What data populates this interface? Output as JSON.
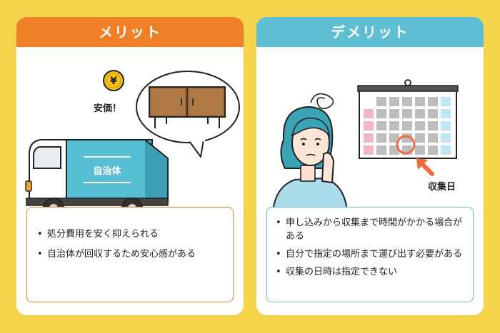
{
  "merit": {
    "title": "メリット",
    "price_label": "安価！",
    "truck_label": "自治体",
    "yen_symbol": "¥",
    "items": [
      "処分費用を安く抑えられる",
      "自治体が回収するため安心感がある"
    ]
  },
  "demerit": {
    "title": "デメリット",
    "collection_day_label": "収集日",
    "items": [
      "申し込みから収集まで時間がかかる場合がある",
      "自分で指定の場所まで運び出す必要がある",
      "収集の日時は指定できない"
    ]
  },
  "colors": {
    "background": "#f5d34a",
    "merit_accent": "#ef8028",
    "demerit_accent": "#5ebfd4",
    "truck": "#56bfd3"
  }
}
